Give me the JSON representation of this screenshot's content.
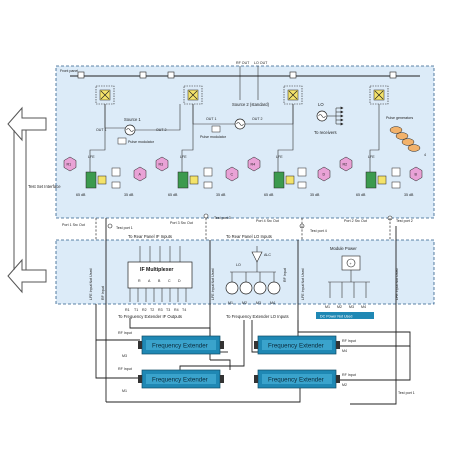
{
  "panel_label": "Front panel",
  "left_interface": "Test Set Interface",
  "top_labels": [
    "RF OUT",
    "LO OUT"
  ],
  "sources": {
    "source1": "Source 1",
    "source2": "Source 2 (standard)",
    "out1": "OUT 1",
    "out2": "OUT 2",
    "out1b": "OUT 1",
    "out2b": "OUT 2",
    "pulse_mod": "Pulse modulator",
    "lo": "LO",
    "to_receivers": "To receivers",
    "pulse_generators": "Pulse generators",
    "pulse_gen_count": "4"
  },
  "receivers": {
    "r1": "R1",
    "r2": "R2",
    "r3": "R3",
    "r4": "R4",
    "a": "A",
    "b": "B",
    "c": "C",
    "d": "D",
    "lfe": "LFE",
    "db65": "65 dB",
    "db35": "35 dB"
  },
  "ports": {
    "p1_src": "Port 1 Src Out",
    "p3_src": "Port 3 Src Out",
    "p4_src": "Port 4 Src Out",
    "p2_src": "Port 2 Src Out",
    "tp1": "Test port 1",
    "tp3": "Test port 3",
    "tp4": "Test port 4",
    "tp2": "Test port 2",
    "tp1b": "Test port 1"
  },
  "rear": {
    "rear_if": "To Rear Panel IF Inputs",
    "rear_lo": "To Rear Panel LO Inputs",
    "if_mux": "IF Multiplexer",
    "if_letters": [
      "R",
      "A",
      "B",
      "C",
      "D"
    ],
    "if_channels": [
      "R1",
      "T1",
      "R2",
      "T2",
      "R3",
      "T3",
      "R4",
      "T4"
    ],
    "to_fe_if": "To Frequency Extender IF Outputs",
    "to_fe_lo": "To Frequency Extender LO Inputs",
    "lo_label": "LO",
    "alc": "ALC",
    "lo_ports": [
      "M1",
      "M2",
      "M3",
      "M4"
    ],
    "module_power": "Module Power",
    "mp_ports": [
      "M1",
      "M2",
      "M3",
      "M4"
    ],
    "dc_not_used": "DC Power Not Used",
    "lfe_not_used": "LFE Input Not Used",
    "rf_input": "RF Input"
  },
  "extenders": [
    {
      "label": "Frequency Extender",
      "rf": "RF Input",
      "m": "M3"
    },
    {
      "label": "Frequency Extender",
      "rf": "RF Input",
      "m": "M4"
    },
    {
      "label": "Frequency Extender",
      "rf": "RF Input",
      "m": "M1"
    },
    {
      "label": "Frequency Extender",
      "rf": "RF Input",
      "m": "M2"
    }
  ],
  "colors": {
    "panel_fill": "#dcebf8",
    "panel_border": "#2d5d8a",
    "extender_fill": "#1f88b4",
    "receiver_pink": "#e9a2d6",
    "switch_yellow": "#f4e36a",
    "coupler_green": "#3c9a4e",
    "pulse_orange": "#f2b26b"
  }
}
